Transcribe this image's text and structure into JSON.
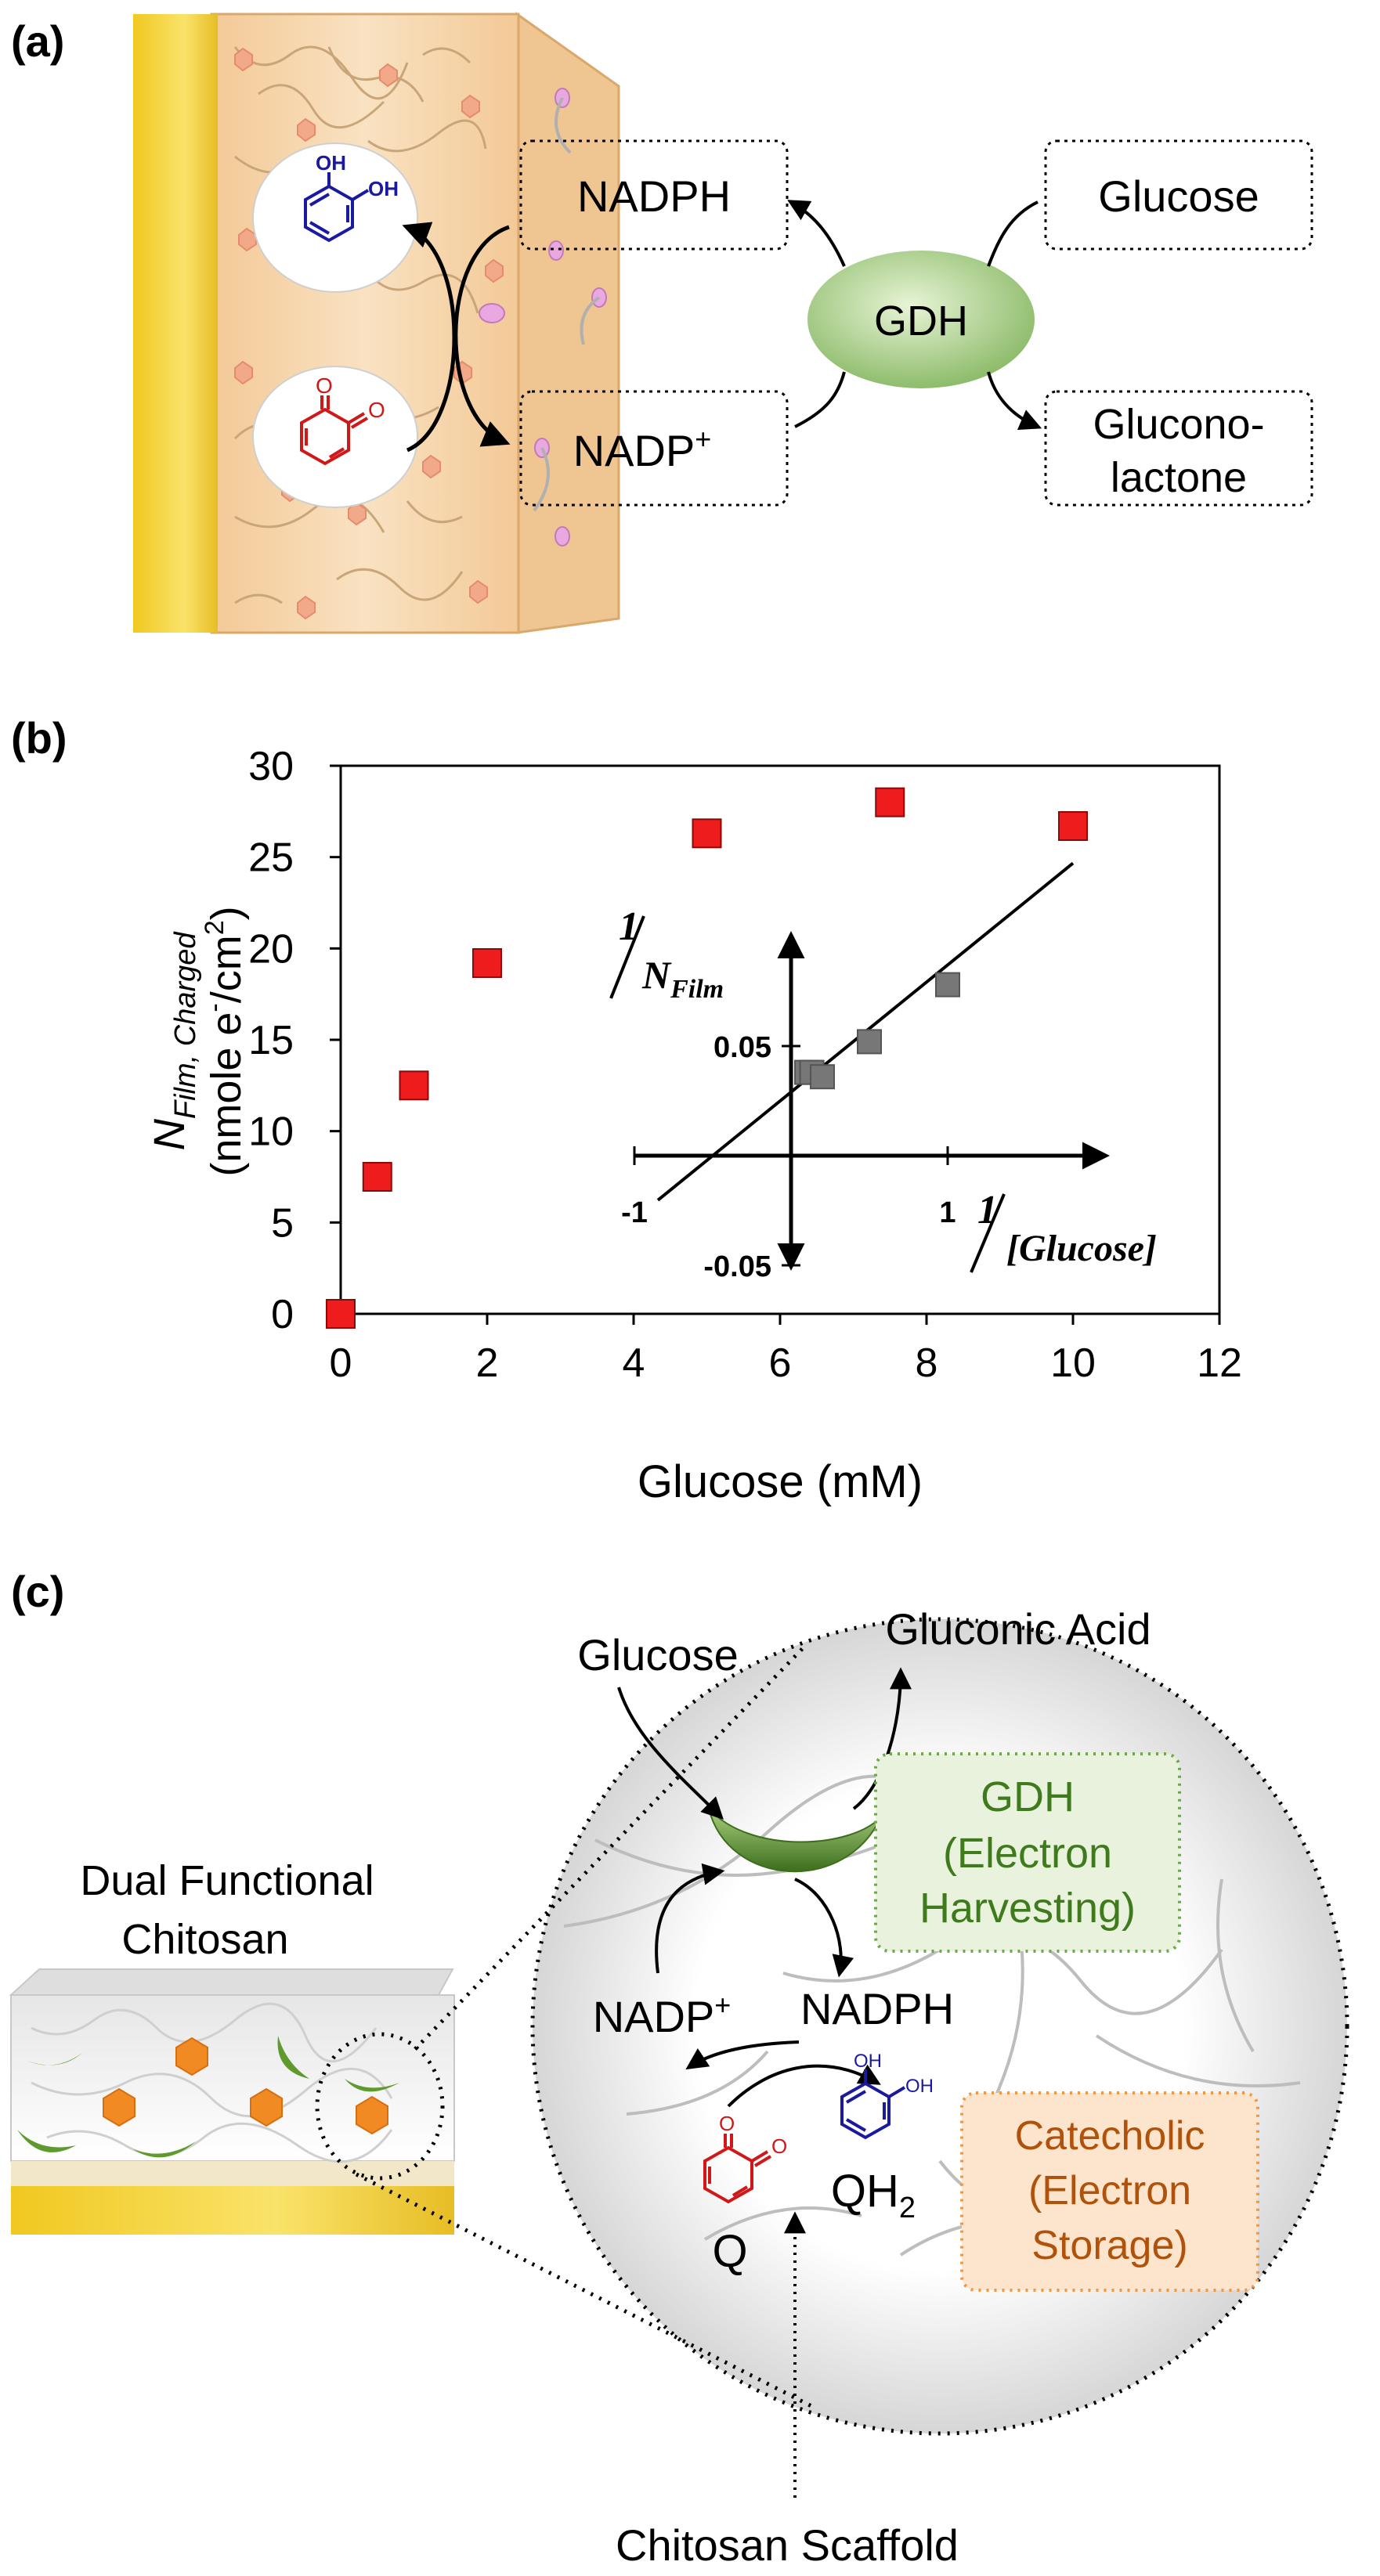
{
  "colors": {
    "gold": "#f5d23a",
    "film": "#f6d8b0",
    "gdh_green": "#7fb35a",
    "red_marker": "#ee1c1c",
    "inset_marker": "#777777",
    "catechol_blue": "#1a1aa0",
    "quinone_red": "#d01818",
    "gdh_label_green": "#3f7a1c",
    "catechol_box_text": "#b0520a"
  },
  "panel_a": {
    "label": "(a)",
    "nadph": "NADPH",
    "nadp_base": "NADP",
    "nadp_sup": "+",
    "gdh": "GDH",
    "glucose": "Glucose",
    "gluconolactone_line1": "Glucono-",
    "gluconolactone_line2": "lactone",
    "oh": "OH",
    "o": "O"
  },
  "panel_b": {
    "label": "(b)",
    "ylabel_main": "N",
    "ylabel_sub": "Film, Charged",
    "ylabel_units": "(nmole e",
    "ylabel_units_sup": "-",
    "ylabel_units_tail": "/cm",
    "ylabel_units_sup2": "2",
    "ylabel_units_close": ")",
    "xlabel": "Glucose (mM)",
    "inset_y_num": "1",
    "inset_y_den": "N",
    "inset_y_den_sub": "Film",
    "inset_x_num": "1",
    "inset_x_den": "[Glucose]"
  },
  "chart_data": [
    {
      "type": "scatter",
      "xlabel": "Glucose (mM)",
      "ylabel": "NFilm, Charged (nmole e-/cm2)",
      "xlim": [
        0,
        12
      ],
      "ylim": [
        0,
        30
      ],
      "xticks": [
        0,
        2,
        4,
        6,
        8,
        10,
        12
      ],
      "yticks": [
        0,
        5,
        10,
        15,
        20,
        25,
        30
      ],
      "x": [
        0,
        0.5,
        1,
        2,
        5,
        7.5,
        10
      ],
      "y": [
        0,
        7.5,
        12.5,
        19.2,
        26.3,
        28.0,
        26.7
      ],
      "marker": "square",
      "color": "#ee1c1c",
      "grid": false
    },
    {
      "type": "scatter",
      "xlabel": "1/[Glucose]",
      "ylabel": "1/NFilm",
      "xlim": [
        -1,
        2
      ],
      "ylim": [
        -0.05,
        0.1
      ],
      "xticks": [
        -1,
        1
      ],
      "xtick_labels": [
        "-1",
        "1"
      ],
      "yticks": [
        -0.05,
        0.05
      ],
      "ytick_labels": [
        "-0.05",
        "0.05"
      ],
      "x": [
        0.1,
        0.133,
        0.2,
        0.5,
        1.0
      ],
      "y": [
        0.038,
        0.038,
        0.036,
        0.052,
        0.078
      ],
      "marker": "square",
      "color": "#777777",
      "fit_line": {
        "slope": 0.058,
        "intercept": 0.029
      }
    }
  ],
  "panel_c": {
    "label": "(c)",
    "glucose": "Glucose",
    "gluconic_acid": "Gluconic Acid",
    "dual_line1": "Dual Functional",
    "dual_line2": "Chitosan",
    "gdh_box_line1": "GDH",
    "gdh_box_line2": "(Electron",
    "gdh_box_line3": "Harvesting)",
    "nadp_base": "NADP",
    "nadp_sup": "+",
    "nadph": "NADPH",
    "catechol_line1": "Catecholic",
    "catechol_line2": "(Electron",
    "catechol_line3": "Storage)",
    "qh2_base": "QH",
    "qh2_sub": "2",
    "q": "Q",
    "scaffold": "Chitosan Scaffold",
    "oh": "OH",
    "o": "O"
  }
}
